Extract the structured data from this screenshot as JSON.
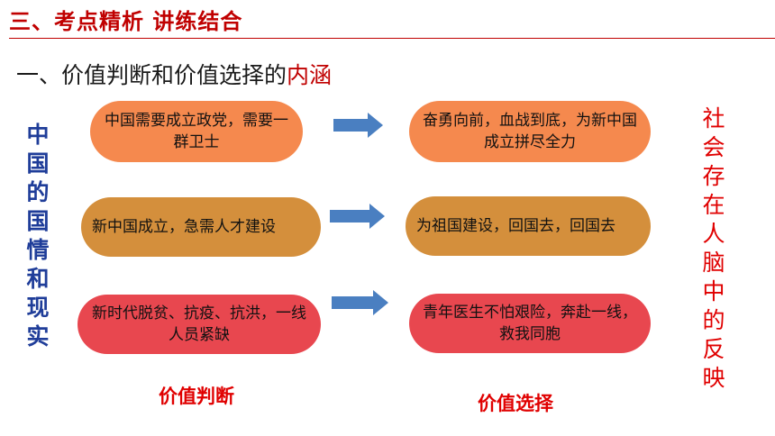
{
  "header": {
    "title": "三、考点精析 讲练结合"
  },
  "subtitle": {
    "prefix": "一、价值判断和价值选择的",
    "highlight": "内涵"
  },
  "left_vertical": "中国的国情和现实",
  "right_vertical": "社会存在人脑中的反映",
  "rows": [
    {
      "left": "中国需要成立政党，需要一群卫士",
      "right": "奋勇向前，血战到底，为新中国成立拼尽全力"
    },
    {
      "left": "新中国成立，急需人才建设",
      "right": "为祖国建设，回国去，回国去"
    },
    {
      "left": "新时代脱贫、抗疫、抗洪，一线人员紧缺",
      "right": "青年医生不怕艰险，奔赴一线，救我同胞"
    }
  ],
  "labels": {
    "judgment": "价值判断",
    "choice": "价值选择"
  },
  "colors": {
    "accent": "#c00000",
    "row1": "#f5894e",
    "row2": "#d48f3c",
    "row3": "#e8474f",
    "arrow": "#4a7fc1"
  },
  "icons": [
    "right-arrow-icon",
    "right-arrow-icon",
    "right-arrow-icon"
  ]
}
